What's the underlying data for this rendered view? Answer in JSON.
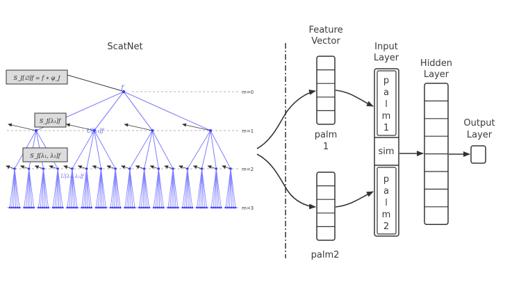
{
  "scatnet": {
    "title": "ScatNet",
    "levels": [
      "m=0",
      "m=1",
      "m=2",
      "m=3"
    ],
    "boxes": {
      "s_phi": "S_J[∅]f = f ∗ φ_J",
      "s_l1": "S_J[λ₁]f",
      "s_l1l2": "S_J[λ₁, λ₂]f"
    },
    "node_labels": {
      "root": "f",
      "u1": "U[λ₁]f",
      "u12": "U[λ₁, λ₂]f"
    },
    "branching": {
      "m1_nodes": 4,
      "m2_per_m1": 4,
      "m3_per_m2": 6
    }
  },
  "network": {
    "feature_vector_title": [
      "Feature",
      "Vector"
    ],
    "input_layer_title": [
      "Input",
      "Layer"
    ],
    "hidden_layer_title": [
      "Hidden",
      "Layer"
    ],
    "output_layer_title": [
      "Output",
      "Layer"
    ],
    "palm1_label": [
      "palm",
      "1"
    ],
    "palm2_label": "palm2",
    "input_top_letters": [
      "p",
      "a",
      "l",
      "m",
      "1"
    ],
    "input_mid_label": "sim",
    "input_bottom_letters": [
      "p",
      "a",
      "l",
      "m",
      "2"
    ],
    "feature_vector_cells": 5,
    "hidden_layer_cells": 8,
    "colors": {
      "tree": "#7d7dff",
      "tree_node": "#3b3bff",
      "box_fill": "#dcdcdc",
      "stroke": "#333333"
    }
  }
}
